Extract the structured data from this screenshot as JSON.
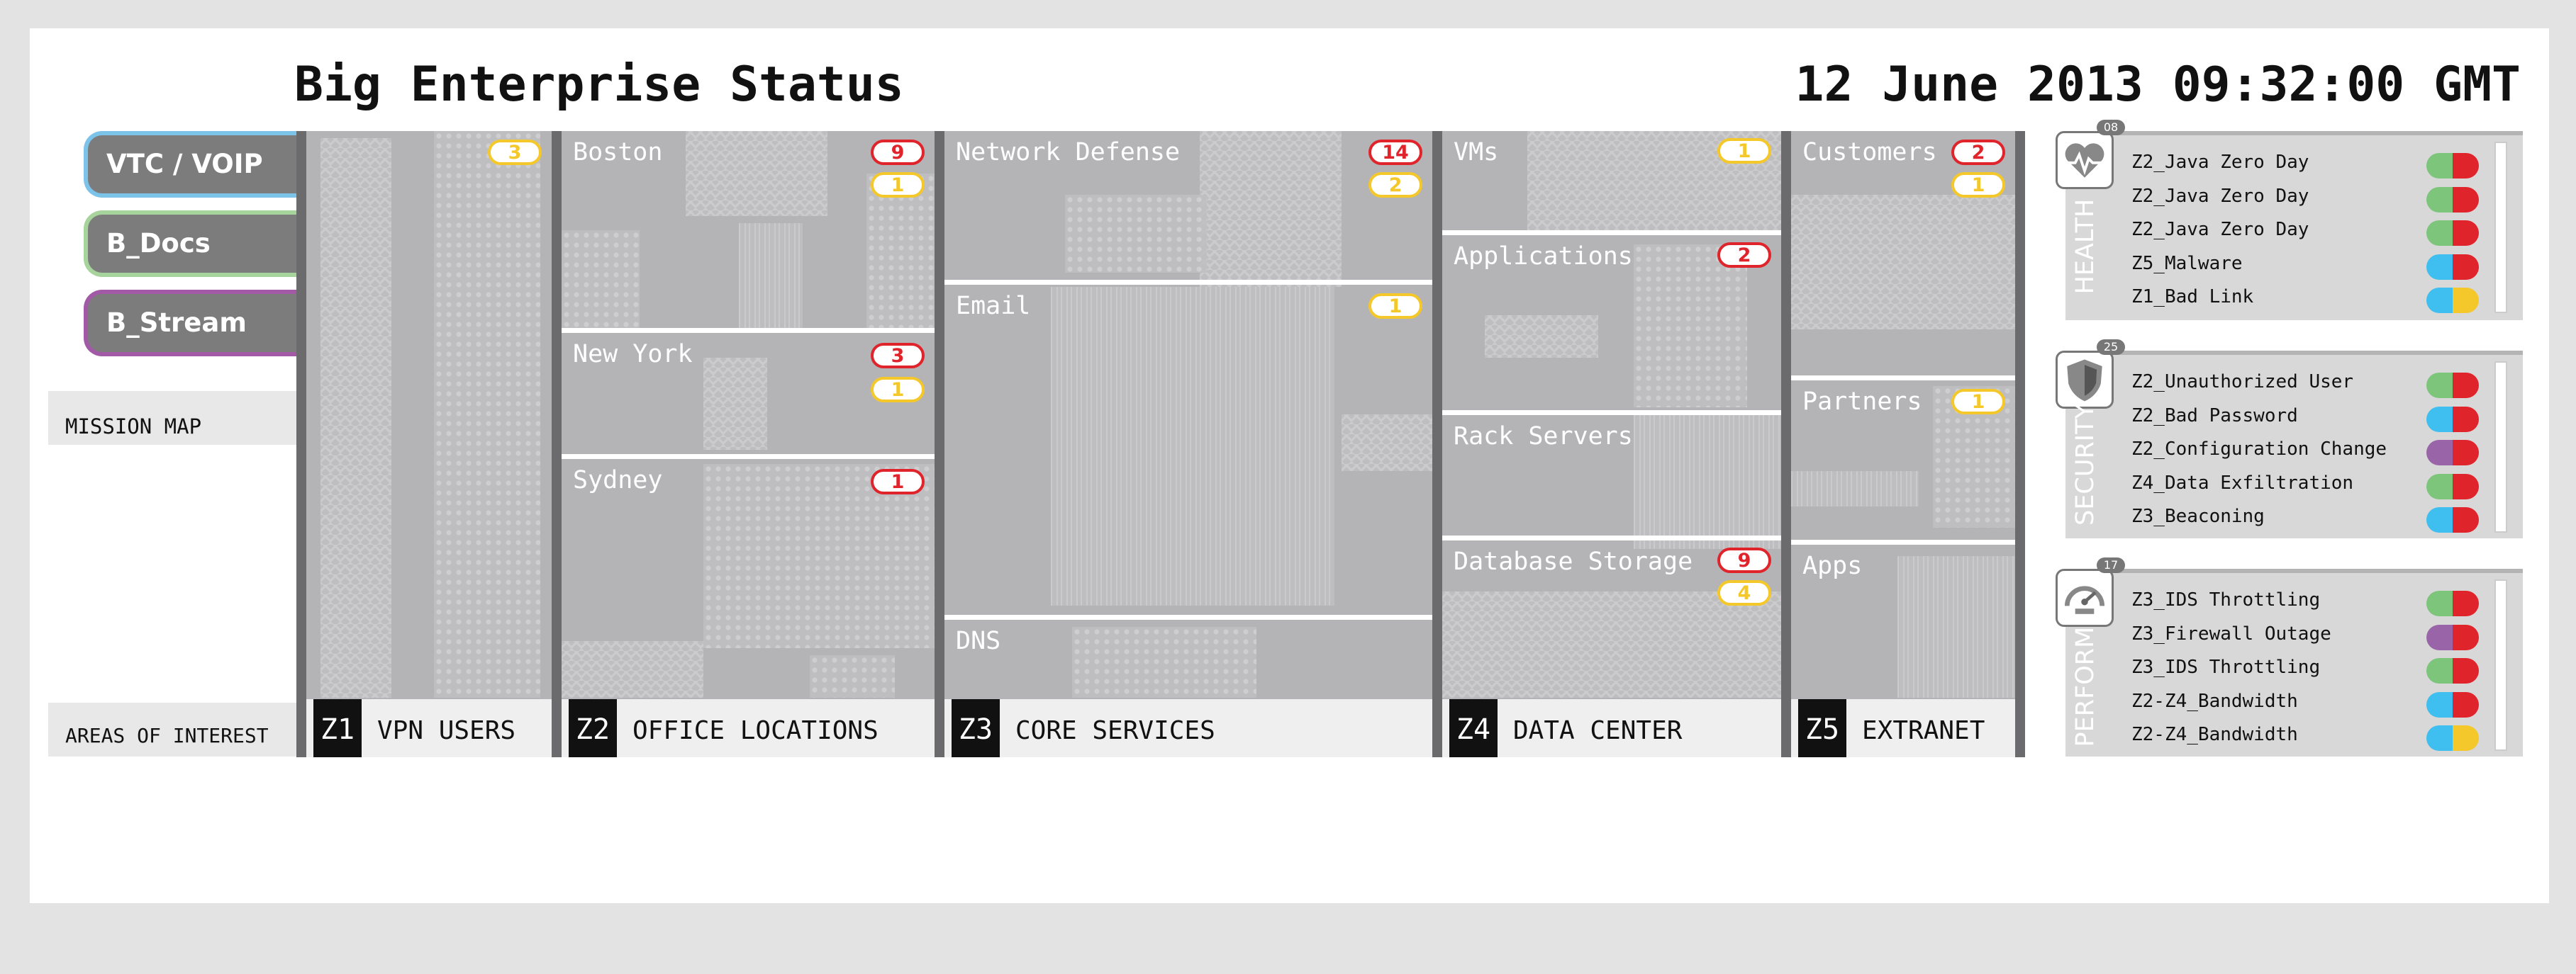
{
  "header": {
    "title": "Big Enterprise Status",
    "datetime": "12 June 2013 09:32:00 GMT"
  },
  "missions": [
    {
      "label": "VTC / VOIP",
      "accent": "#7cc3ea"
    },
    {
      "label": "B_Docs",
      "accent": "#a7d49c"
    },
    {
      "label": "B_Stream",
      "accent": "#a35aa6"
    }
  ],
  "side_labels": {
    "mission_map": "MISSION MAP",
    "areas_of_interest": "AREAS OF INTEREST"
  },
  "zones": [
    {
      "id": "Z1",
      "name": "VPN USERS",
      "sections": [
        {
          "label": "",
          "badges": [
            {
              "value": "3",
              "color": "yellow"
            }
          ]
        }
      ]
    },
    {
      "id": "Z2",
      "name": "OFFICE LOCATIONS",
      "sections": [
        {
          "label": "Boston",
          "badges": [
            {
              "value": "9",
              "color": "red"
            },
            {
              "value": "1",
              "color": "yellow"
            }
          ]
        },
        {
          "label": "New York",
          "badges": [
            {
              "value": "3",
              "color": "red"
            },
            {
              "value": "1",
              "color": "yellow"
            }
          ]
        },
        {
          "label": "Sydney",
          "badges": [
            {
              "value": "1",
              "color": "red"
            }
          ]
        }
      ]
    },
    {
      "id": "Z3",
      "name": "CORE SERVICES",
      "sections": [
        {
          "label": "Network Defense",
          "badges": [
            {
              "value": "14",
              "color": "red"
            },
            {
              "value": "2",
              "color": "yellow"
            }
          ]
        },
        {
          "label": "Email",
          "badges": [
            {
              "value": "1",
              "color": "yellow"
            }
          ]
        },
        {
          "label": "DNS",
          "badges": []
        }
      ]
    },
    {
      "id": "Z4",
      "name": "DATA CENTER",
      "sections": [
        {
          "label": "VMs",
          "badges": [
            {
              "value": "1",
              "color": "yellow"
            }
          ]
        },
        {
          "label": "Applications",
          "badges": [
            {
              "value": "2",
              "color": "red"
            }
          ]
        },
        {
          "label": "Rack Servers",
          "badges": []
        },
        {
          "label": "Database Storage",
          "badges": [
            {
              "value": "9",
              "color": "red"
            },
            {
              "value": "4",
              "color": "yellow"
            }
          ]
        }
      ]
    },
    {
      "id": "Z5",
      "name": "EXTRANET",
      "sections": [
        {
          "label": "Customers",
          "badges": [
            {
              "value": "2",
              "color": "red"
            },
            {
              "value": "1",
              "color": "yellow"
            }
          ]
        },
        {
          "label": "Partners",
          "badges": [
            {
              "value": "1",
              "color": "yellow"
            }
          ]
        },
        {
          "label": "Apps",
          "badges": []
        }
      ]
    }
  ],
  "panels": [
    {
      "key": "health",
      "title": "HEALTH",
      "count": "08",
      "icon": "heart-monitor-icon",
      "alerts": [
        {
          "text": "Z2_Java Zero Day",
          "left": "#7cc57b",
          "right": "#e0242b"
        },
        {
          "text": "Z2_Java Zero Day",
          "left": "#7cc57b",
          "right": "#e0242b"
        },
        {
          "text": "Z2_Java Zero Day",
          "left": "#7cc57b",
          "right": "#e0242b"
        },
        {
          "text": "Z5_Malware",
          "left": "#3fbfef",
          "right": "#e0242b"
        },
        {
          "text": "Z1_Bad Link",
          "left": "#3fbfef",
          "right": "#f4c82a"
        }
      ]
    },
    {
      "key": "security",
      "title": "SECURITY",
      "count": "25",
      "icon": "shield-icon",
      "alerts": [
        {
          "text": "Z2_Unauthorized User",
          "left": "#7cc57b",
          "right": "#e0242b"
        },
        {
          "text": "Z2_Bad Password",
          "left": "#3fbfef",
          "right": "#e0242b"
        },
        {
          "text": "Z2_Configuration Change",
          "left": "#9a65a8",
          "right": "#e0242b"
        },
        {
          "text": "Z4_Data Exfiltration",
          "left": "#7cc57b",
          "right": "#e0242b"
        },
        {
          "text": "Z3_Beaconing",
          "left": "#3fbfef",
          "right": "#e0242b"
        }
      ]
    },
    {
      "key": "perform",
      "title": "PERFORM.",
      "count": "17",
      "icon": "speedometer-icon",
      "alerts": [
        {
          "text": "Z3_IDS Throttling",
          "left": "#7cc57b",
          "right": "#e0242b"
        },
        {
          "text": "Z3_Firewall Outage",
          "left": "#9a65a8",
          "right": "#e0242b"
        },
        {
          "text": "Z3_IDS Throttling",
          "left": "#7cc57b",
          "right": "#e0242b"
        },
        {
          "text": "Z2-Z4_Bandwidth",
          "left": "#3fbfef",
          "right": "#e0242b"
        },
        {
          "text": "Z2-Z4_Bandwidth",
          "left": "#3fbfef",
          "right": "#f4c82a"
        }
      ]
    }
  ]
}
